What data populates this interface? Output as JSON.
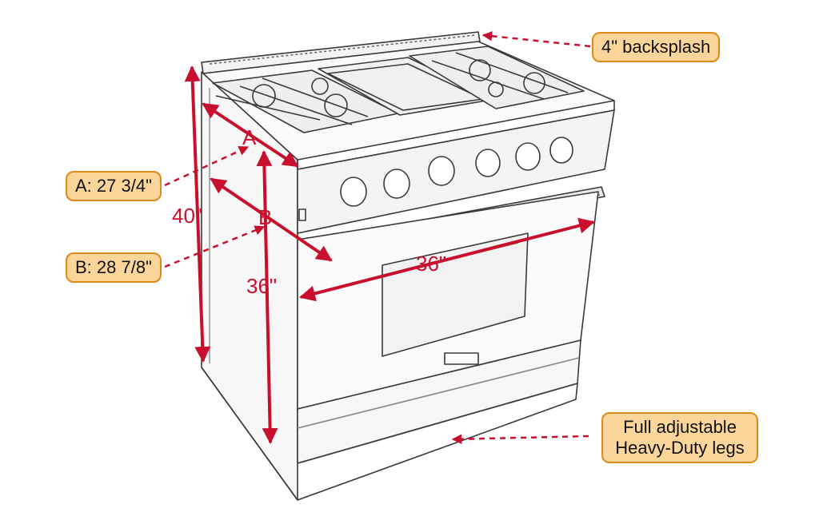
{
  "callouts": {
    "backsplash": "4\" backsplash",
    "depth_a": "A: 27 3/4\"",
    "depth_b": "B: 28 7/8\"",
    "legs_line1": "Full adjustable",
    "legs_line2": "Heavy-Duty legs"
  },
  "dimensions": {
    "marker_a": "A",
    "marker_b": "B",
    "total_height": "40\"",
    "body_height": "36\"",
    "width": "36\""
  },
  "colors": {
    "dimension": "#c8102e",
    "callout_fill": "#fbd59a",
    "callout_border": "#e08a16",
    "sketch_line": "#3a3a3a"
  }
}
